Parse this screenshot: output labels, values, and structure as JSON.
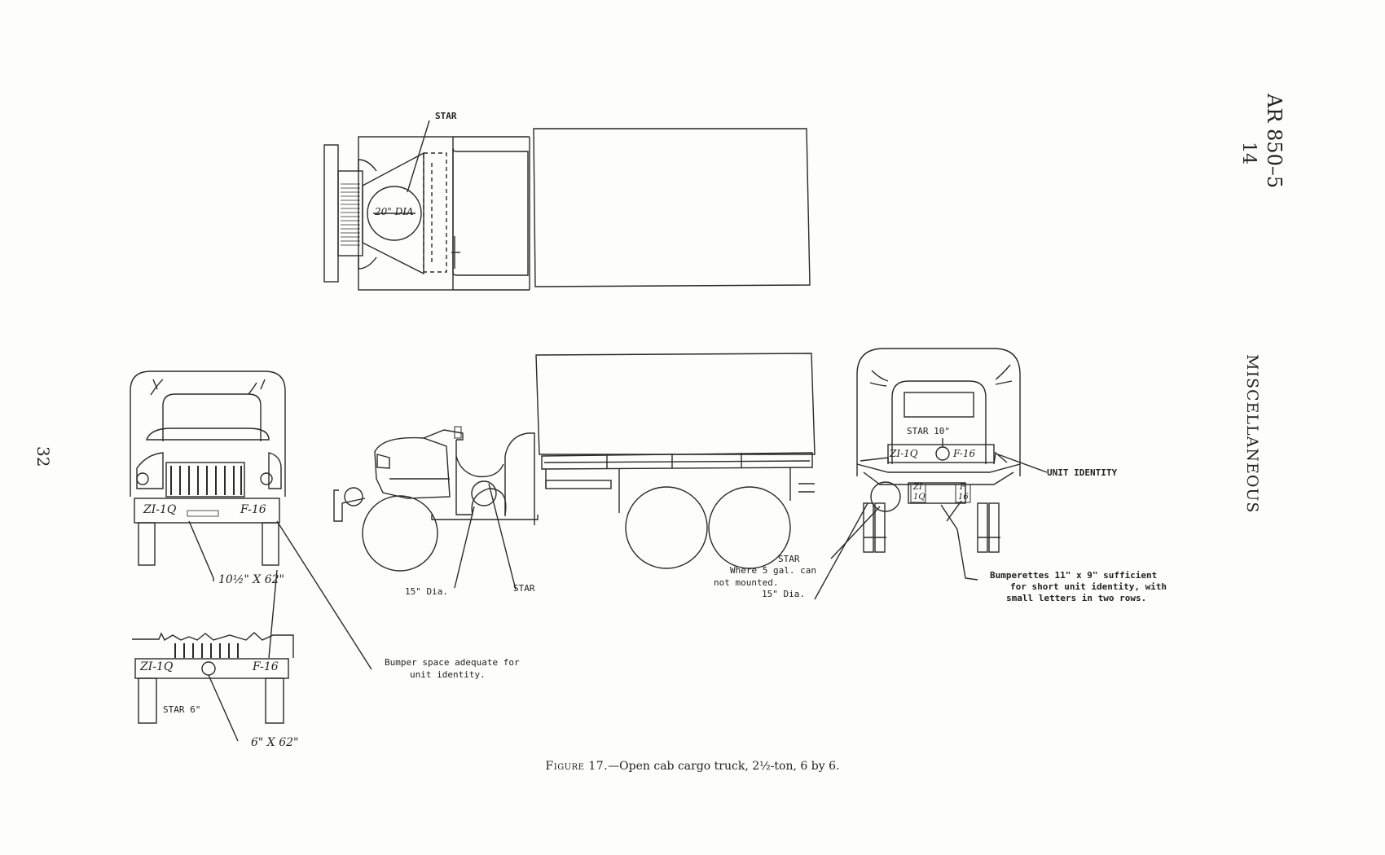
{
  "header": {
    "doc_id": "AR 850–5",
    "doc_sub": "14",
    "section": "MISCELLANEOUS",
    "page_number": "32"
  },
  "caption": {
    "figure_label": "Figure 17.",
    "text": "—Open cab cargo truck, 2½-ton, 6 by 6."
  },
  "labels": {
    "star_top": "STAR",
    "dia_top": "20\" DIA",
    "front_bumper_left": "ZI-1Q",
    "front_bumper_right": "F-16",
    "front_dim": "10½\" X 62\"",
    "small_bumper_left": "ZI-1Q",
    "small_bumper_right": "F-16",
    "star_6": "STAR 6\"",
    "small_dim": "6\" X 62\"",
    "bumper_note_1": "Bumper space adequate for",
    "bumper_note_2": "unit identity.",
    "side_dia": "15\" Dia.",
    "side_star": "STAR",
    "rear_star_10": "STAR 10\"",
    "rear_bumper_left": "ZI-1Q",
    "rear_bumper_right": "F-16",
    "unit_identity": "UNIT IDENTITY",
    "rear_star": "STAR",
    "where_1": "Where 5 gal. can",
    "where_2": "not mounted.",
    "rear_dia": "15\" Dia.",
    "bump_1": "ZI",
    "bump_2": "1Q",
    "bump_3": "F",
    "bump_4": "16",
    "bumperettes_1": "Bumperettes 11\" x 9\" sufficient",
    "bumperettes_2": "for short unit identity, with",
    "bumperettes_3": "small letters in two rows."
  }
}
